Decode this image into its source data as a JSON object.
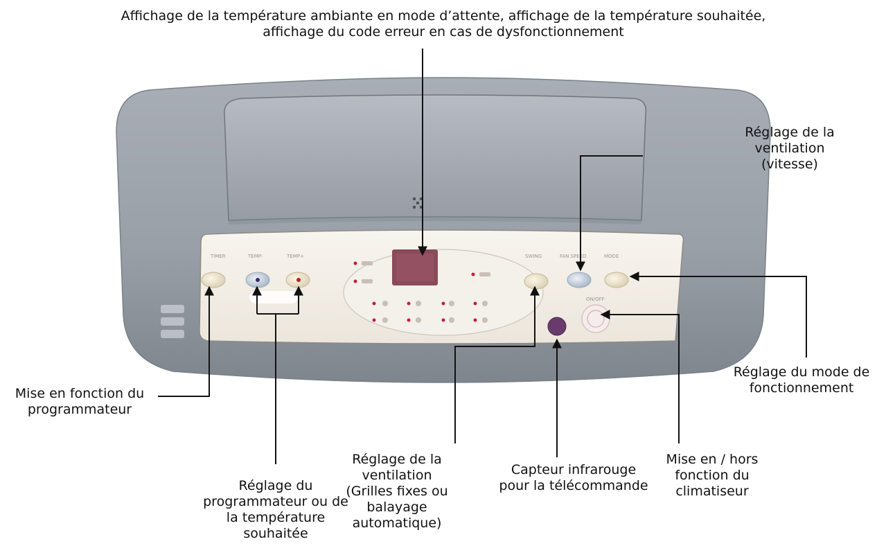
{
  "device": {
    "button_labels": {
      "timer": "TIMER",
      "temp_down": "TEMP-",
      "temp_up": "TEMP+",
      "swing": "SWING",
      "fan_speed": "FAN SPEED",
      "mode": "MODE",
      "on_off": "ON/OFF"
    }
  },
  "annotations": {
    "display": "Affichage de la température ambiante en mode d’attente, affichage de la température souhaitée,\naffichage du code erreur en cas de dysfonctionnement",
    "fan_speed": "Réglage de la\nventilation\n(vitesse)",
    "mode": "Réglage du mode de\nfonctionnement",
    "timer": "Mise en fonction du\nprogrammateur",
    "timer_temp": "Réglage du\nprogrammateur ou de\nla température\nsouhaitée",
    "swing": "Réglage de la\nventilation\n(Grilles fixes ou\nbalayage\nautomatique)",
    "ir_sensor": "Capteur infrarouge\npour la télécommande",
    "power": "Mise en / hors\nfonction du\nclimatiseur"
  },
  "colors": {
    "housing": "#9aa0a8",
    "panel": "#f2ede5",
    "arrow": "#111111",
    "display": "#8a4a5a",
    "ir_sensor": "#6a3a6c"
  }
}
